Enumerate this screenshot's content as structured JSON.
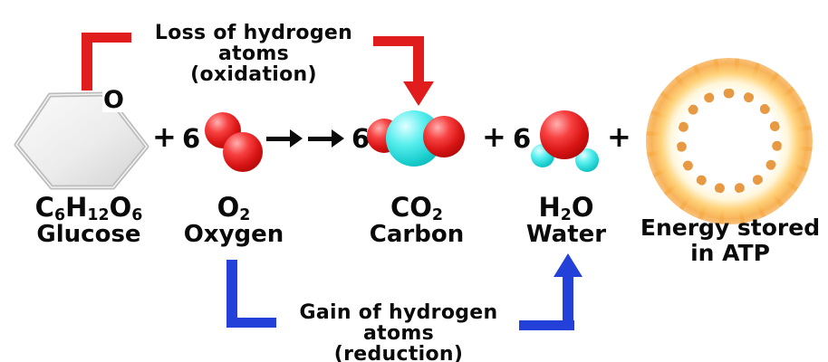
{
  "colors": {
    "oxidation_red": "#e01c1c",
    "reduction_blue": "#2340d8",
    "text_black": "#0a0a0a",
    "oxygen_atom_red": "#d81414",
    "carbon_atom_cyan": "#18cccc",
    "glucose_ring_gray": "#d9d9d9",
    "energy_burst_orange": "#f5a030"
  },
  "oxidation": {
    "line1": "Loss of hydrogen atoms",
    "line2": "(oxidation)"
  },
  "reduction": {
    "line1": "Gain of hydrogen atoms",
    "line2": "(reduction)"
  },
  "symbols": {
    "plus": "+",
    "ring_oxygen": "O"
  },
  "equation": {
    "glucose": {
      "formula": [
        [
          "C",
          "6"
        ],
        [
          "H",
          "12"
        ],
        [
          "O",
          "6"
        ]
      ],
      "name": "Glucose"
    },
    "oxygen": {
      "coefficient": "6",
      "formula": [
        [
          "O",
          "2"
        ]
      ],
      "name": "Oxygen"
    },
    "carbon_dioxide": {
      "coefficient": "6",
      "formula": [
        [
          "C",
          ""
        ],
        [
          "O",
          "2"
        ]
      ],
      "name": "Carbon"
    },
    "water": {
      "coefficient": "6",
      "formula": [
        [
          "H",
          "2"
        ],
        [
          "O",
          ""
        ]
      ],
      "name": "Water"
    },
    "energy": {
      "line1": "Energy stored",
      "line2": "in ATP"
    }
  }
}
